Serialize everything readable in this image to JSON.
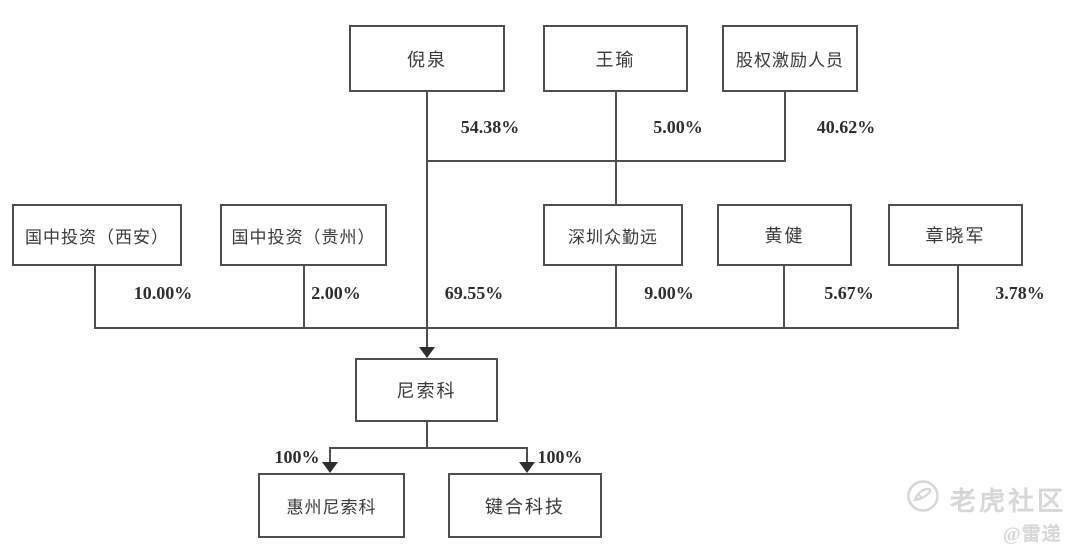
{
  "diagram": {
    "top_shareholders": [
      {
        "label": "倪泉",
        "ownership": "54.38%"
      },
      {
        "label": "王瑜",
        "ownership": "5.00%"
      },
      {
        "label": "股权激励人员",
        "ownership": "40.62%"
      }
    ],
    "mid_shareholders": [
      {
        "label": "国中投资（西安）",
        "ownership": "10.00%"
      },
      {
        "label": "国中投资（贵州）",
        "ownership": "2.00%"
      },
      {
        "label": "深圳众勤远",
        "ownership": "9.00%"
      },
      {
        "label": "黄健",
        "ownership": "5.67%"
      },
      {
        "label": "章晓军",
        "ownership": "3.78%"
      }
    ],
    "founder_direct_ownership": "69.55%",
    "company": {
      "label": "尼索科"
    },
    "subsidiaries": [
      {
        "label": "惠州尼索科",
        "ownership": "100%"
      },
      {
        "label": "键合科技",
        "ownership": "100%"
      }
    ]
  },
  "watermark": {
    "brand": "老虎社区",
    "author": "@雷递"
  },
  "colors": {
    "line": "#4e4e4e",
    "text": "#3a3a3a",
    "watermark": "#d7d7da"
  }
}
